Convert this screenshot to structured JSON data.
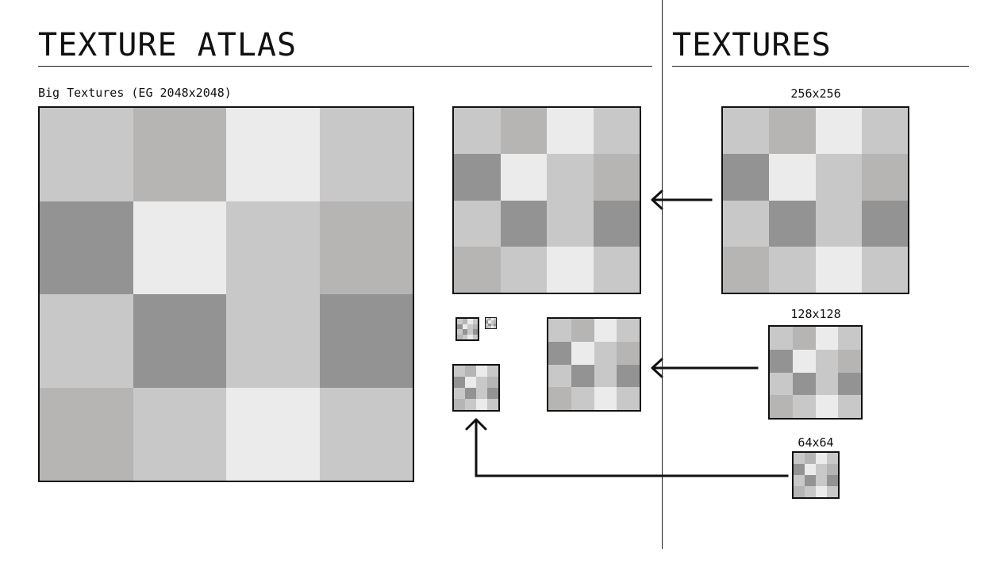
{
  "atlas": {
    "title": "TEXTURE ATLAS",
    "subtitle": "Big Textures (EG 2048x2048)"
  },
  "textures": {
    "title": "TEXTURES",
    "sizes": [
      "256x256",
      "128x128",
      "64x64"
    ]
  },
  "palette": {
    "A": "#c9c8c9",
    "B": "#b6b5b4",
    "C": "#ebebeb",
    "D": "#949393"
  },
  "texture_pattern": [
    [
      "A",
      "B",
      "C",
      "A"
    ],
    [
      "D",
      "C",
      "A",
      "B"
    ],
    [
      "A",
      "D",
      "A",
      "D"
    ],
    [
      "B",
      "A",
      "C",
      "A"
    ]
  ],
  "border_color": "#111111"
}
